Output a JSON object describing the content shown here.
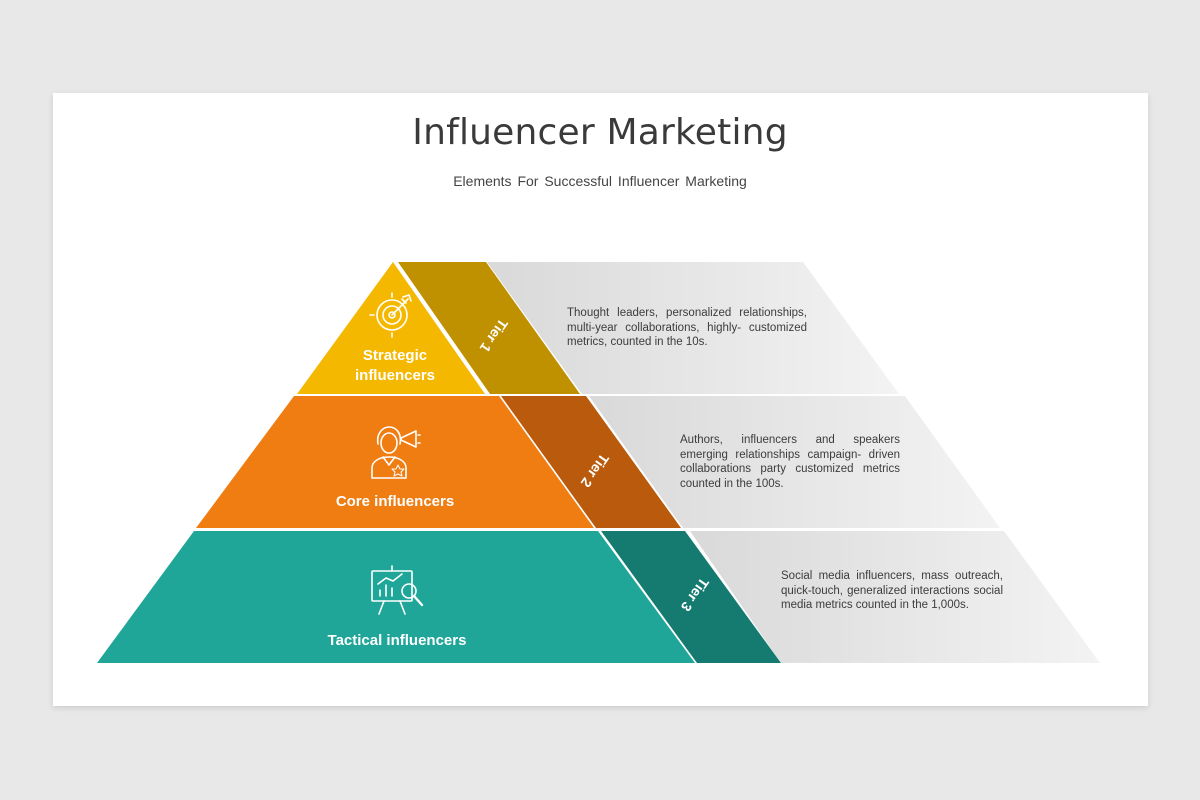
{
  "header": {
    "title": "Influencer Marketing",
    "subtitle": "Elements For Successful Influencer Marketing"
  },
  "tiers": [
    {
      "name_lines": [
        "Strategic",
        "influencers"
      ],
      "tag": "Tier 1",
      "icon": "target-arrow-icon",
      "description": "Thought leaders, personalized relationships, multi-year collaborations, highly- customized metrics, counted in the 10s."
    },
    {
      "name_lines": [
        "Core influencers"
      ],
      "tag": "Tier 2",
      "icon": "person-megaphone-icon",
      "description": "Authors, influencers and speakers emerging relationships campaign- driven collaborations party customized metrics counted in the 100s."
    },
    {
      "name_lines": [
        "Tactical influencers"
      ],
      "tag": "Tier 3",
      "icon": "presentation-analytics-icon",
      "description": "Social media influencers, mass outreach, quick-touch, generalized interactions social media metrics counted in the 1,000s."
    }
  ],
  "colors": {
    "tier1_main": "#f5b800",
    "tier1_band": "#bf9000",
    "tier2_main": "#f07d12",
    "tier2_band": "#b95a0d",
    "tier3_main": "#1fa699",
    "tier3_band": "#157b71",
    "panel_gray": "#dcdcdc"
  }
}
